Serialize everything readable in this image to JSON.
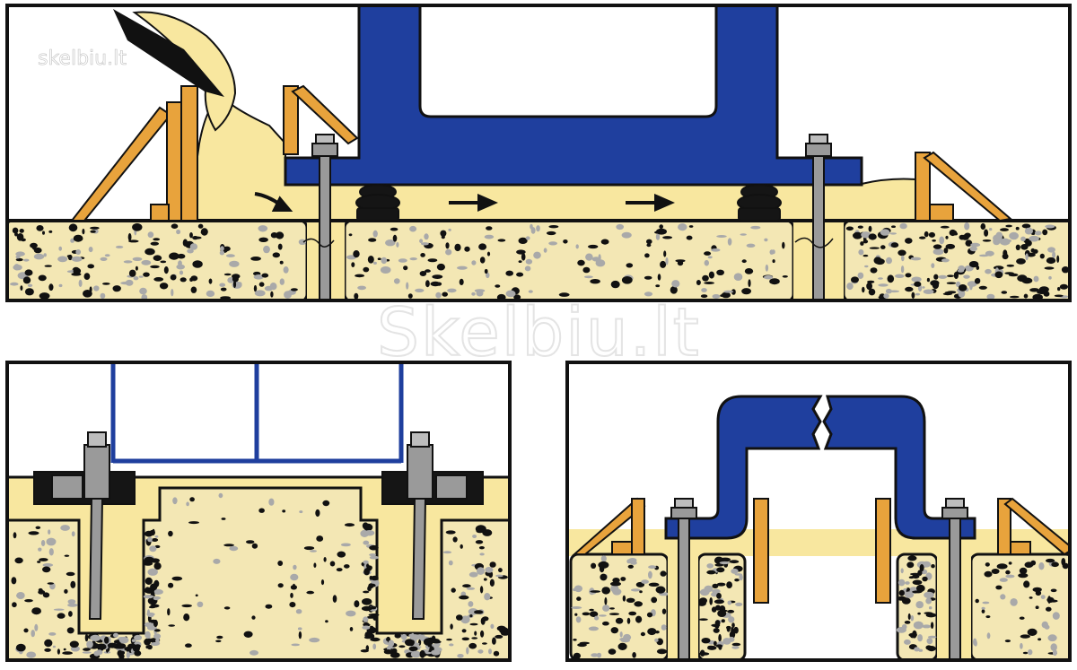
{
  "watermarks": {
    "corner": "skelbiu.lt",
    "center": "Skelbiu.lt"
  },
  "colors": {
    "frame_blue": "#1f3f9e",
    "grout": "#f8e79f",
    "concrete": "#f3e7b4",
    "aggregate_dark": "#111111",
    "aggregate_light": "#a9a9a9",
    "formwork": "#e8a33c",
    "bolt": "#9a9a9a",
    "shim_black": "#151515",
    "outline": "#111111"
  },
  "panels": [
    {
      "name": "grout-pouring-section",
      "shows": "pouring grout under machine base"
    },
    {
      "name": "anchor-bolt-detail",
      "shows": "anchor bolts in grouted pockets"
    },
    {
      "name": "base-plate-detail",
      "shows": "base plate on grout with formwork"
    }
  ]
}
